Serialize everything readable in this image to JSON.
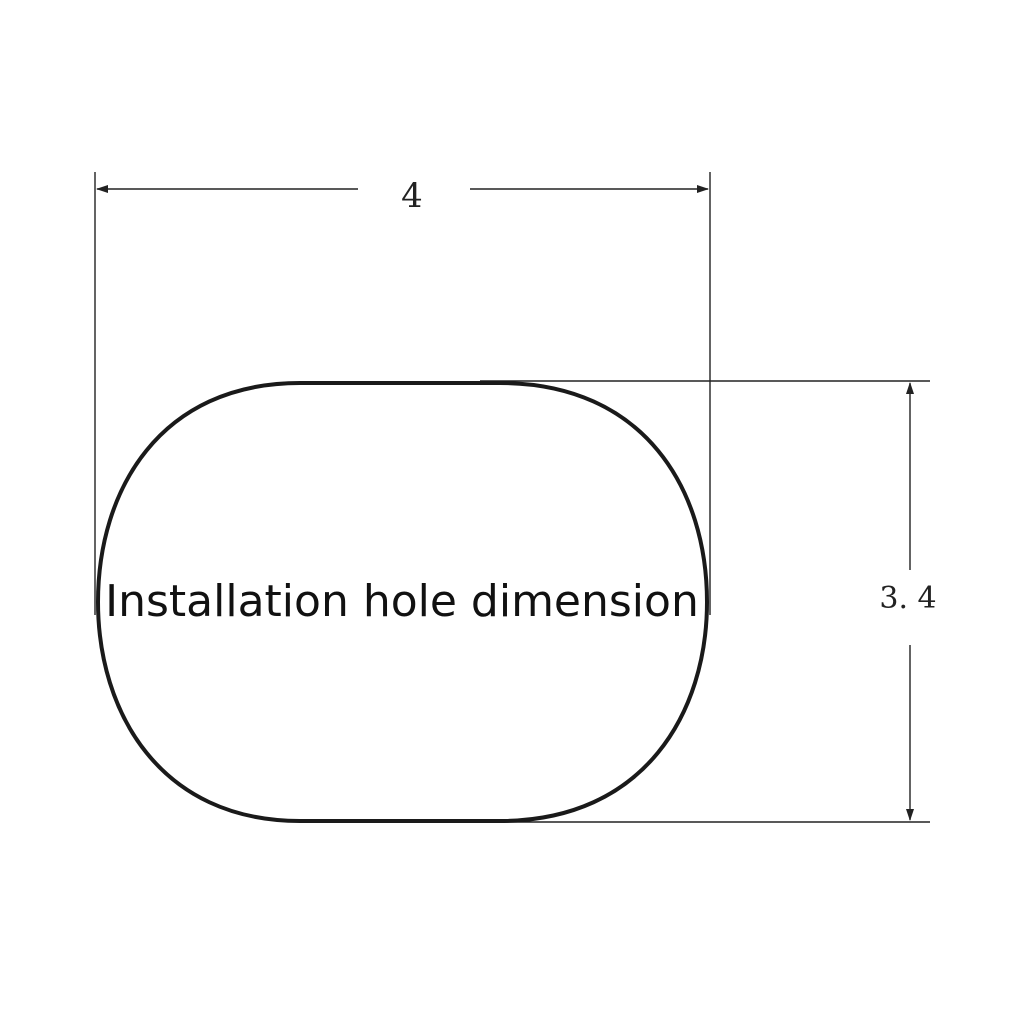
{
  "diagram": {
    "caption": "Installation hole dimension",
    "width_label": "4",
    "height_label": "3. 4"
  },
  "colors": {
    "outline": "#1a1a1a",
    "dimension_line": "#222222",
    "background": "#ffffff"
  }
}
